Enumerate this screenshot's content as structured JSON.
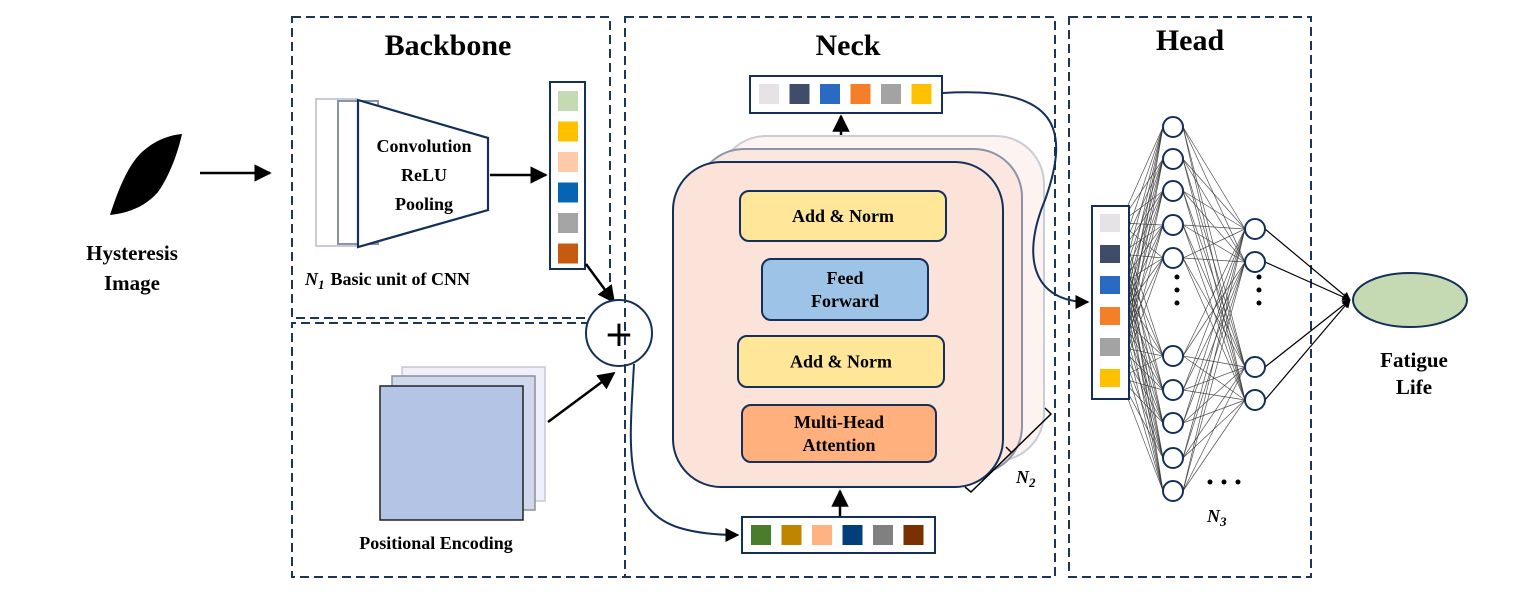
{
  "input": {
    "label_line1": "Hysteresis",
    "label_line2": "Image"
  },
  "backbone": {
    "title": "Backbone",
    "conv_lines": [
      "Convolution",
      "ReLU",
      "Pooling"
    ],
    "unit_symbol": "N",
    "unit_subscript": "1",
    "unit_label": "Basic unit of CNN",
    "vector_colors": [
      "#c5dab3",
      "#ffc000",
      "#ffcaa8",
      "#0565b2",
      "#a5a5a5",
      "#c55a11"
    ]
  },
  "positional": {
    "label": "Positional Encoding",
    "plus_symbol": "+",
    "layer_colors": [
      "#f0f0fa",
      "#d0d8ee",
      "#b4c4e4"
    ]
  },
  "neck": {
    "title": "Neck",
    "output_vector_colors": [
      "#e7e2e6",
      "#3f4d6a",
      "#2a6ac2",
      "#f47f28",
      "#a3a3a3",
      "#ffc000"
    ],
    "input_vector_colors": [
      "#4b7c2e",
      "#c08500",
      "#ffb380",
      "#003f7a",
      "#808080",
      "#7a3000"
    ],
    "blocks": [
      {
        "label_lines": [
          "Add & Norm"
        ],
        "color": "#ffe699"
      },
      {
        "label_lines": [
          "Feed",
          "Forward"
        ],
        "color": "#9dc3e6"
      },
      {
        "label_lines": [
          "Add & Norm"
        ],
        "color": "#ffe699"
      },
      {
        "label_lines": [
          "Multi-Head",
          "Attention"
        ],
        "color": "#ffb07c"
      }
    ],
    "stack_color": "#fbe3da",
    "repeat_symbol": "N",
    "repeat_subscript": "2"
  },
  "head": {
    "title": "Head",
    "vector_colors": [
      "#e7e2e6",
      "#3f4d6a",
      "#2a6ac2",
      "#f47f28",
      "#a3a3a3",
      "#ffc000"
    ],
    "layer1_nodes": 10,
    "layer2_nodes": 4,
    "ellipsis": "· · ·",
    "repeat_symbol": "N",
    "repeat_subscript": "3"
  },
  "output": {
    "label_line1": "Fatigue",
    "label_line2": "Life",
    "color": "#c5dab3"
  }
}
